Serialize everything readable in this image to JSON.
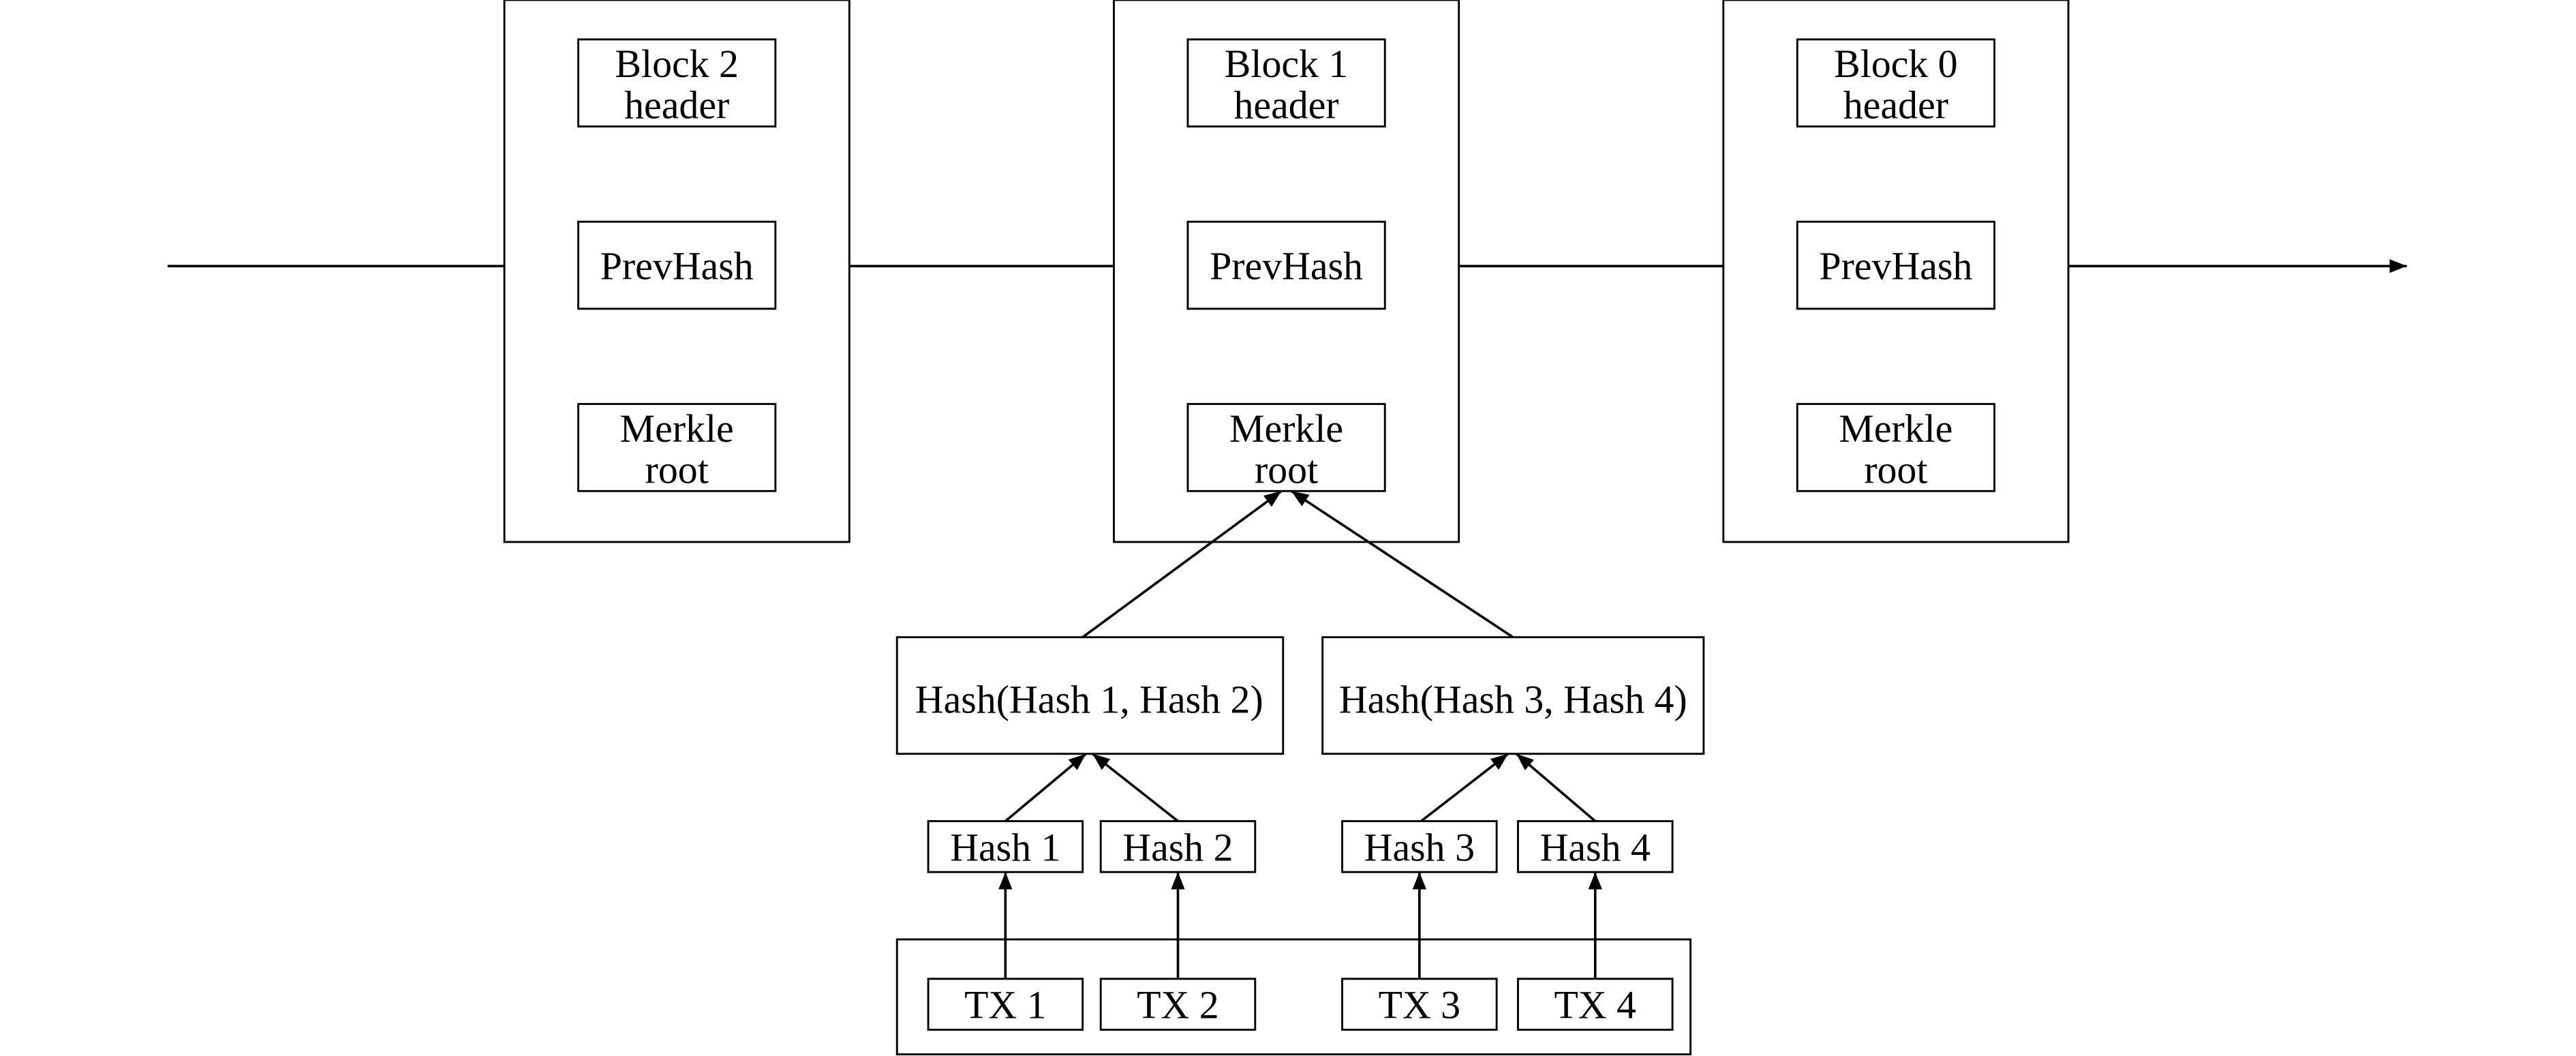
{
  "blocks": [
    {
      "header": [
        "Block 2",
        "header"
      ],
      "prev": "PrevHash",
      "merkle": [
        "Merkle",
        "root"
      ]
    },
    {
      "header": [
        "Block 1",
        "header"
      ],
      "prev": "PrevHash",
      "merkle": [
        "Merkle",
        "root"
      ]
    },
    {
      "header": [
        "Block 0",
        "header"
      ],
      "prev": "PrevHash",
      "merkle": [
        "Merkle",
        "root"
      ]
    }
  ],
  "merkle_tree": {
    "level1": [
      "Hash(Hash 1, Hash 2)",
      "Hash(Hash 3, Hash 4)"
    ],
    "hashes": [
      "Hash 1",
      "Hash 2",
      "Hash 3",
      "Hash 4"
    ],
    "transactions": [
      "TX 1",
      "TX 2",
      "TX 3",
      "TX 4"
    ]
  },
  "colors": {
    "stroke": "#000000",
    "background": "#ffffff"
  }
}
